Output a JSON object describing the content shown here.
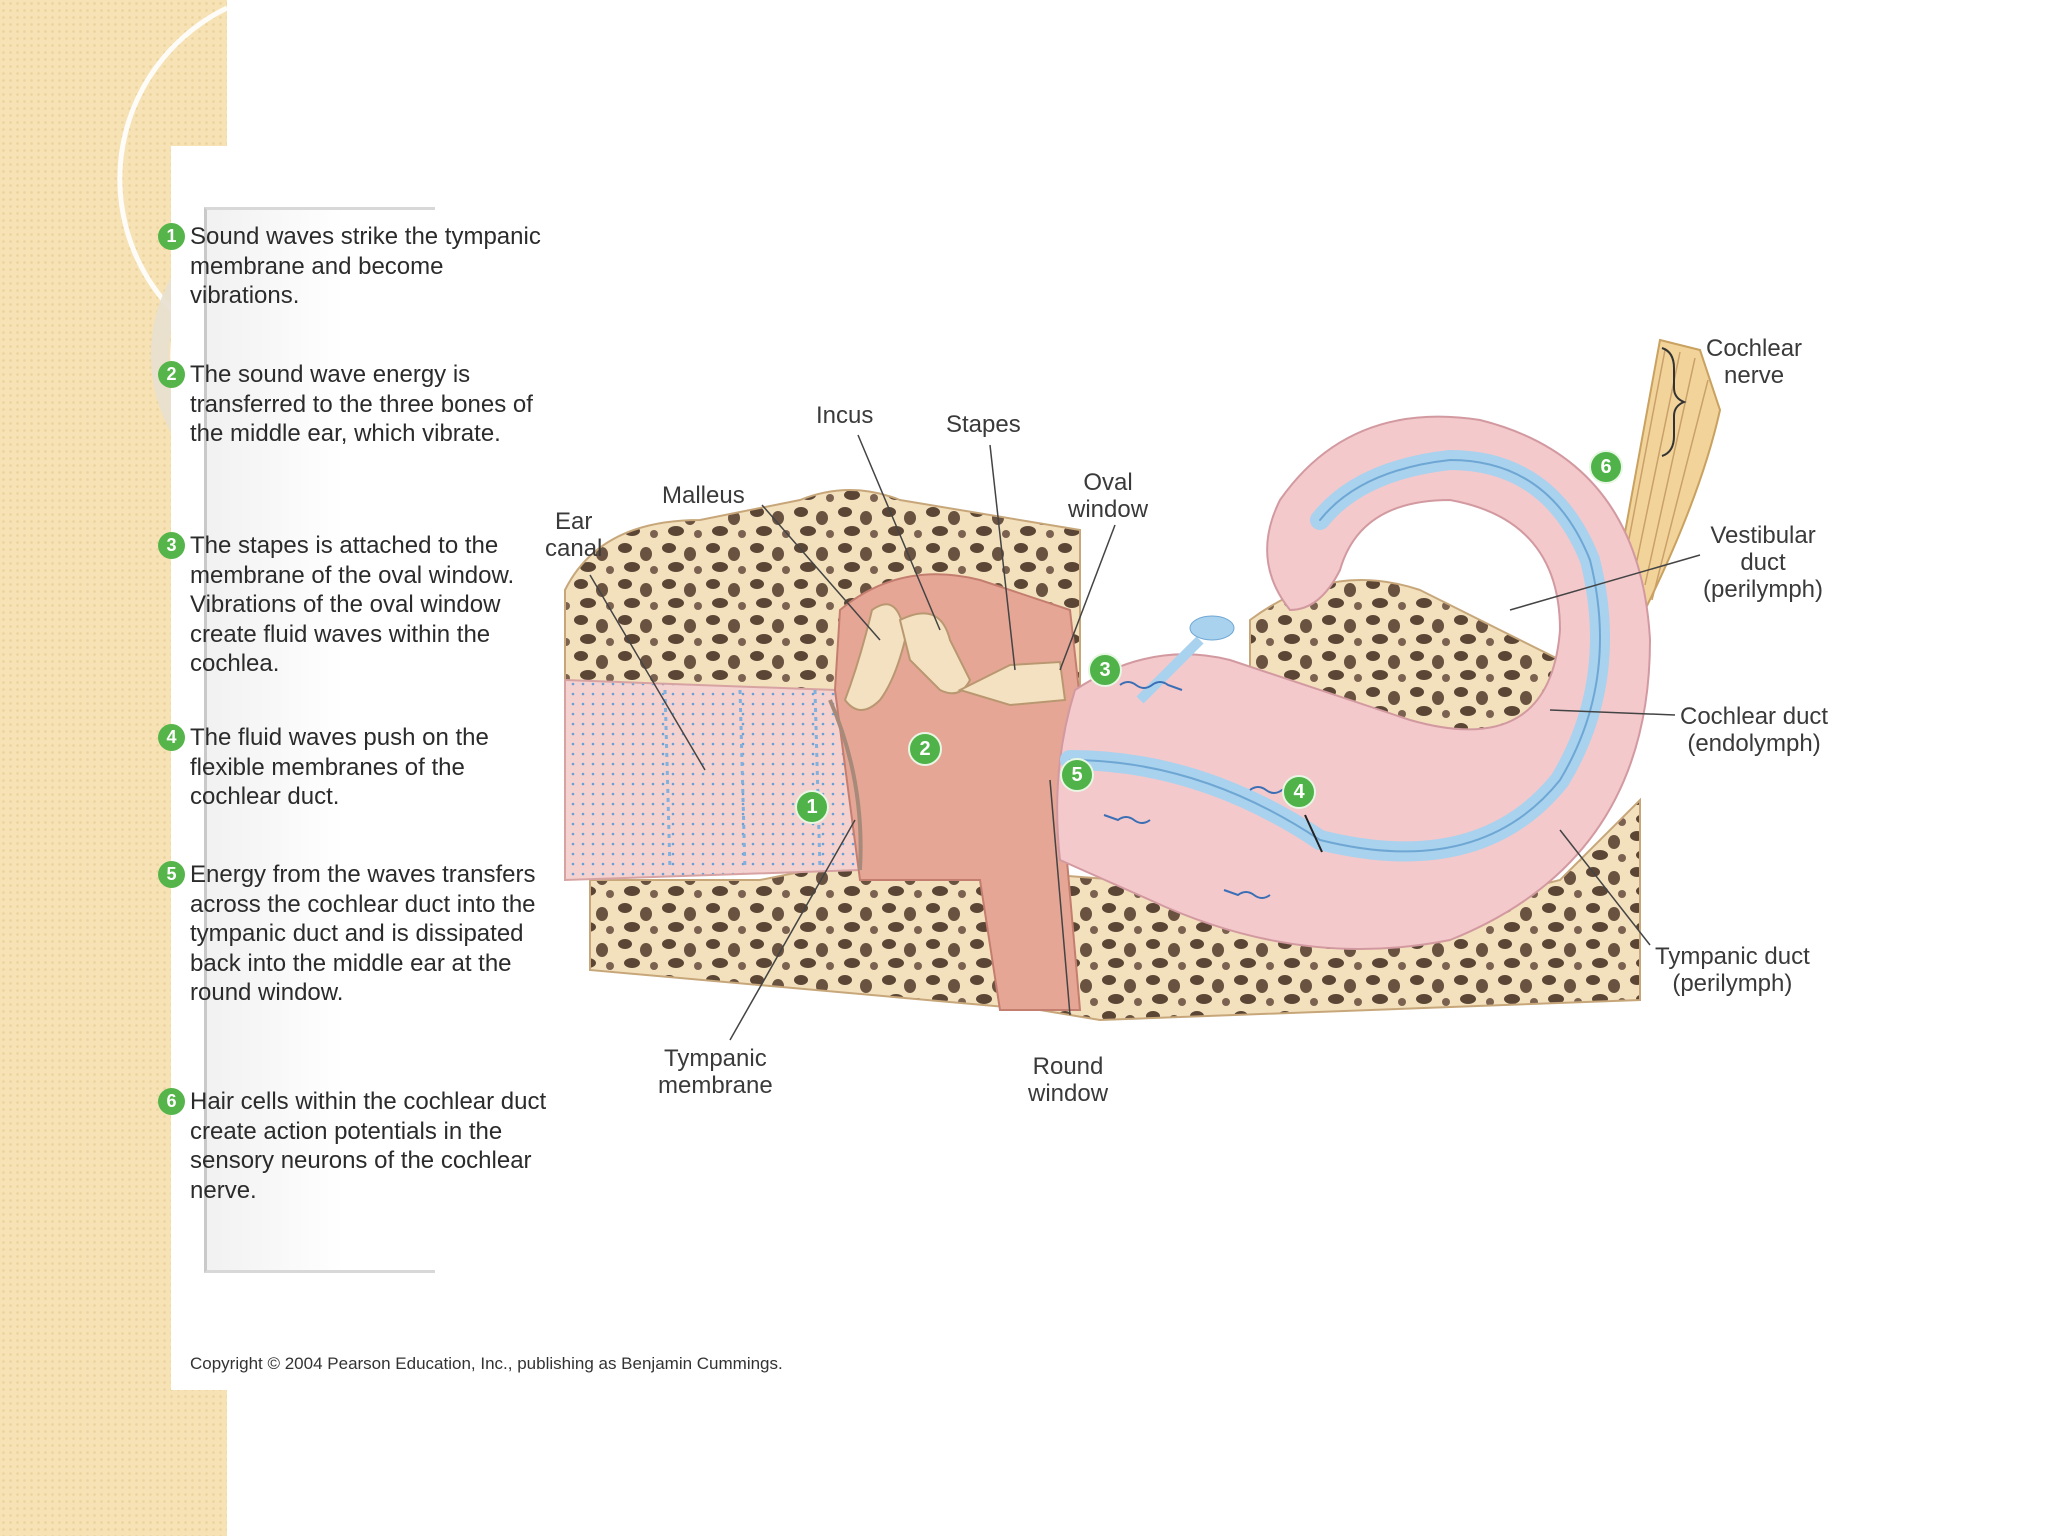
{
  "steps": [
    {
      "num": "1",
      "text": "Sound waves strike the tympanic membrane and become vibrations."
    },
    {
      "num": "2",
      "text": "The sound wave energy is transferred to the three bones of the middle ear, which vibrate."
    },
    {
      "num": "3",
      "text": "The stapes is attached to the membrane of the oval window. Vibrations of the oval window create fluid waves within the cochlea."
    },
    {
      "num": "4",
      "text": "The fluid waves push on the flexible membranes of the cochlear duct."
    },
    {
      "num": "5",
      "text": "Energy from the waves transfers across the cochlear duct into the tympanic duct and is dissipated back into the middle ear at the round window."
    },
    {
      "num": "6",
      "text": "Hair cells within the cochlear duct create action potentials in the sensory neurons of the cochlear nerve."
    }
  ],
  "labels": {
    "ear_canal": "Ear\ncanal",
    "malleus": "Malleus",
    "incus": "Incus",
    "stapes": "Stapes",
    "oval_window": "Oval\nwindow",
    "cochlear_nerve": "Cochlear\nnerve",
    "vestibular_duct": "Vestibular\nduct\n(perilymph)",
    "cochlear_duct": "Cochlear duct\n(endolymph)",
    "tympanic_duct": "Tympanic duct\n(perilymph)",
    "tympanic_membrane": "Tympanic\nmembrane",
    "round_window": "Round\nwindow"
  },
  "markers": [
    "1",
    "2",
    "3",
    "4",
    "5",
    "6"
  ],
  "copyright": "Copyright © 2004 Pearson Education, Inc., publishing as Benjamin Cummings.",
  "colors": {
    "badge_green": "#56b54a",
    "bone": "#f1dcb5",
    "pink_tissue": "#f3c9cc",
    "middle_ear": "#e6a696",
    "fluid_blue": "#a9d2ee",
    "nerve": "#f2d49a",
    "background_strip": "#f6e2b4"
  }
}
